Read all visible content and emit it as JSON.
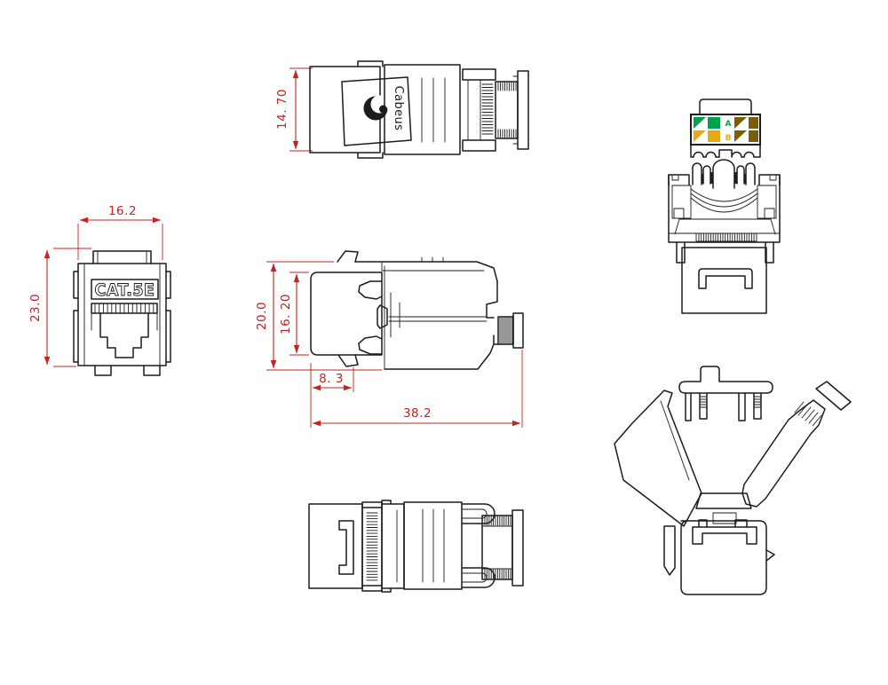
{
  "document": {
    "type": "engineering-drawing",
    "product": "CAT.5E keystone jack",
    "background": "#ffffff",
    "line_color": "#1c1c1c",
    "dimension_color": "#c42320"
  },
  "text": {
    "logo": "Cabeus",
    "category_label": "CAT.5E",
    "wiring_row_a": "A",
    "wiring_row_b": "B"
  },
  "dimensions": {
    "top_view_height": "14. 70",
    "front_view_width": "16.2",
    "front_view_height": "23.0",
    "side_view_height": "20.0",
    "side_view_inner_height": "16. 20",
    "side_view_front_depth": "8. 3",
    "side_view_total_depth": "38.2"
  },
  "wiring_label": {
    "green": "#00a14b",
    "yellow": "#e7a90f",
    "brown": "#7c5d05",
    "white": "#ffffff"
  }
}
